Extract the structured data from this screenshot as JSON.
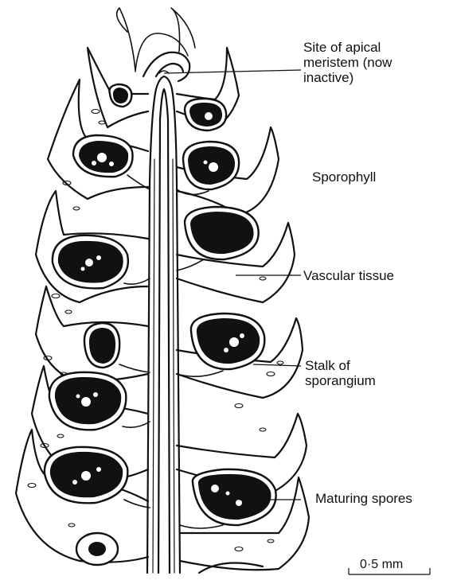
{
  "labels": {
    "apical_meristem": "Site of apical\nmeristem (now\ninactive)",
    "sporophyll": "Sporophyll",
    "vascular_tissue": "Vascular tissue",
    "stalk": "Stalk of\nsporangium",
    "maturing_spores": "Maturing spores"
  },
  "scale_bar": "0·5 mm",
  "colors": {
    "ink": "#111111",
    "paper": "#ffffff"
  }
}
